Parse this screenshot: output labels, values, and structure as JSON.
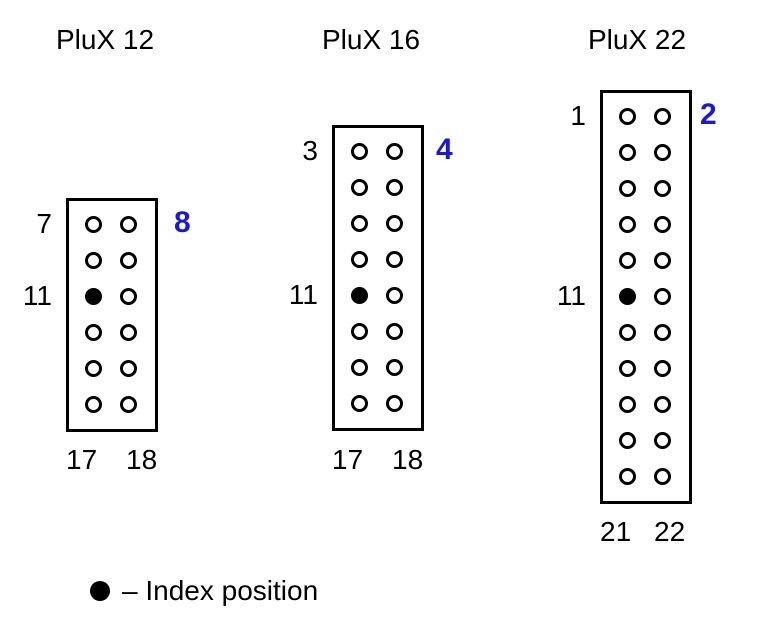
{
  "colors": {
    "text": "#000000",
    "even_label": "#1a1ad6",
    "index_fill": "#000000"
  },
  "connectors": [
    {
      "title": "PluX 12",
      "rows": 6,
      "index_row": 3,
      "left_labels": [
        {
          "row": 1,
          "text": "7"
        },
        {
          "row": 3,
          "text": "11"
        }
      ],
      "top_even_label": "8",
      "bottom_labels": [
        "17",
        "18"
      ]
    },
    {
      "title": "PluX 16",
      "rows": 8,
      "index_row": 5,
      "left_labels": [
        {
          "row": 1,
          "text": "3"
        },
        {
          "row": 5,
          "text": "11"
        }
      ],
      "top_even_label": "4",
      "bottom_labels": [
        "17",
        "18"
      ]
    },
    {
      "title": "PluX 22",
      "rows": 11,
      "index_row": 6,
      "left_labels": [
        {
          "row": 1,
          "text": "1"
        },
        {
          "row": 6,
          "text": "11"
        }
      ],
      "top_even_label": "2",
      "bottom_labels": [
        "21",
        "22"
      ]
    }
  ],
  "legend": {
    "text": "– Index position"
  }
}
